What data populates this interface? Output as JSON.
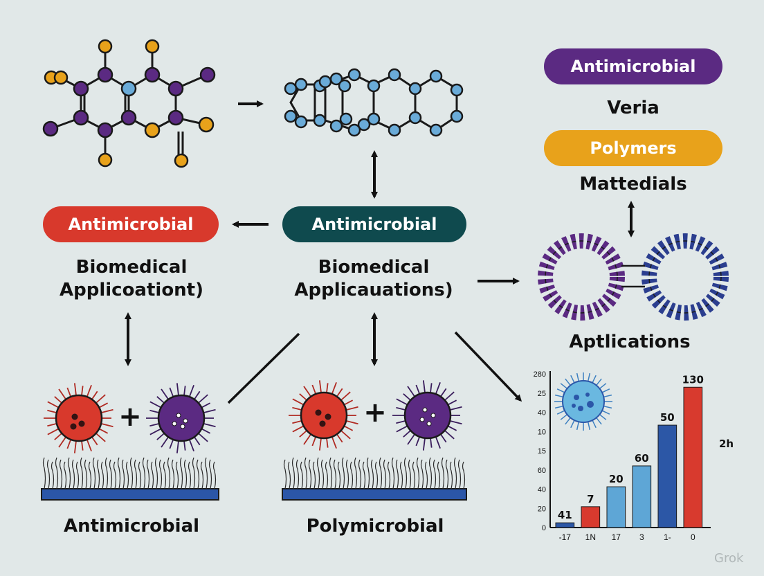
{
  "pills": {
    "top_right_purple": "Antimicrobial",
    "top_right_orange": "Polymers",
    "left_red": "Antimicrobial",
    "center_teal": "Antimicrobial"
  },
  "captions": {
    "veria": "Veria",
    "mattedials": "Mattedials",
    "left_line1": "Biomedical",
    "left_line2": "Applicoationt)",
    "center_line1": "Biomedical",
    "center_line2": "Applicauations)",
    "aptlications": "Aptlications",
    "bottom_left": "Antimicrobial",
    "bottom_center": "Polymicrobial"
  },
  "symbols": {
    "plus": "+"
  },
  "colors": {
    "background": "#e1e8e8",
    "purple": "#5b2a82",
    "orange": "#e8a21b",
    "red": "#d8392c",
    "teal": "#0f4a4e",
    "blue": "#2b56a8",
    "light_blue": "#6aabd8"
  },
  "chart_data": {
    "type": "bar",
    "ytick_labels": [
      "0",
      "20",
      "40",
      "60",
      "15",
      "10",
      "40",
      "25",
      "280"
    ],
    "categories": [
      "-17",
      "1N",
      "17",
      "3",
      "1-",
      "0"
    ],
    "values": [
      5,
      22,
      43,
      65,
      108,
      148
    ],
    "data_labels": [
      "41",
      "7",
      "20",
      "60",
      "50",
      "130"
    ],
    "bar_colors": [
      "#2c57a6",
      "#d83a2e",
      "#5ea6d6",
      "#5ea6d6",
      "#2c57a6",
      "#d83a2e"
    ],
    "side_label": "2h",
    "ylim": [
      0,
      165
    ]
  },
  "watermark": "Grok"
}
